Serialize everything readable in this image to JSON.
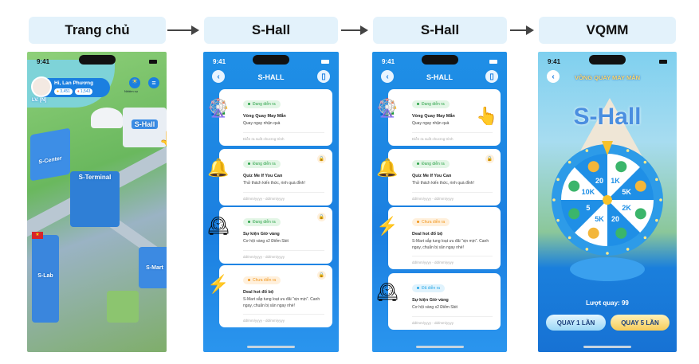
{
  "steps": [
    "Trang chủ",
    "S-Hall",
    "S-Hall",
    "VQMM"
  ],
  "status_time": "9:41",
  "home": {
    "greeting": "Hi, Lan Phương",
    "level": "LV. [N]",
    "coins": "3,451",
    "points": "1,543",
    "mission_label": "Nhiệm vụ",
    "buildings": [
      "S-Hall",
      "S-Center",
      "S-Terminal",
      "S-Lab",
      "S-Mart"
    ]
  },
  "shall": {
    "title": "S-HALL",
    "screen1": [
      {
        "status": "on",
        "badge": "Đang diễn ra",
        "title": "Vòng Quay May Mắn",
        "desc": "Quay ngay nhận quà",
        "date": "Diễn ra suốt chương trình",
        "icon": "wheel-icon",
        "lock": false
      },
      {
        "status": "on",
        "badge": "Đang diễn ra",
        "title": "Quiz Me If You Can",
        "desc": "Thử thách kiến thức, rinh quà đỉnh!",
        "date": "dd/mm/yyyy - dd/mm/yyyy",
        "icon": "bell-icon",
        "lock": true
      },
      {
        "status": "on",
        "badge": "Đang diễn ra",
        "title": "Sự kiện Giờ vàng",
        "desc": "Cơ hội vàng x2 Điểm Sbit",
        "date": "dd/mm/yyyy - dd/mm/yyyy",
        "icon": "clock-icon",
        "lock": true
      },
      {
        "status": "soon",
        "badge": "Chưa diễn ra",
        "title": "Deal hot đổ bộ",
        "desc": "S-Mart sắp tung loạt ưu đãi \"xịn mịn\". Canh ngay, chuẩn bị săn ngay nhé!",
        "date": "dd/mm/yyyy - dd/mm/yyyy",
        "icon": "lightning-icon",
        "lock": true
      }
    ],
    "screen2": [
      {
        "status": "on",
        "badge": "Đang diễn ra",
        "title": "Vòng Quay May Mắn",
        "desc": "Quay ngay nhận quà",
        "date": "Diễn ra suốt chương trình",
        "icon": "wheel-icon",
        "lock": false
      },
      {
        "status": "on",
        "badge": "Đang diễn ra",
        "title": "Quiz Me If You Can",
        "desc": "Thử thách kiến thức, rinh quà đỉnh!",
        "date": "dd/mm/yyyy - dd/mm/yyyy",
        "icon": "bell-icon",
        "lock": true
      },
      {
        "status": "soon",
        "badge": "Chưa diễn ra",
        "title": "Deal hot đổ bộ",
        "desc": "S-Mart sắp tung loạt ưu đãi \"xịn mịn\". Canh ngay, chuẩn bị săn ngay nhé!",
        "date": "dd/mm/yyyy - dd/mm/yyyy",
        "icon": "lightning-icon",
        "lock": false
      },
      {
        "status": "past",
        "badge": "Đã diễn ra",
        "title": "Sự kiện Giờ vàng",
        "desc": "Cơ hội vàng x2 Điểm Sbit",
        "date": "dd/mm/yyyy - dd/mm/yyyy",
        "icon": "clock-icon",
        "lock": false
      }
    ]
  },
  "vqmm": {
    "title": "VÒNG QUAY MAY MẮN",
    "banner": "S-Hall",
    "segments": [
      "1K",
      "5K",
      "2K",
      "20",
      "5K",
      "5",
      "10K",
      "20"
    ],
    "spins_label": "Lượt quay: 99",
    "spin1": "QUAY 1 LẦN",
    "spin5": "QUAY 5 LẦN"
  }
}
